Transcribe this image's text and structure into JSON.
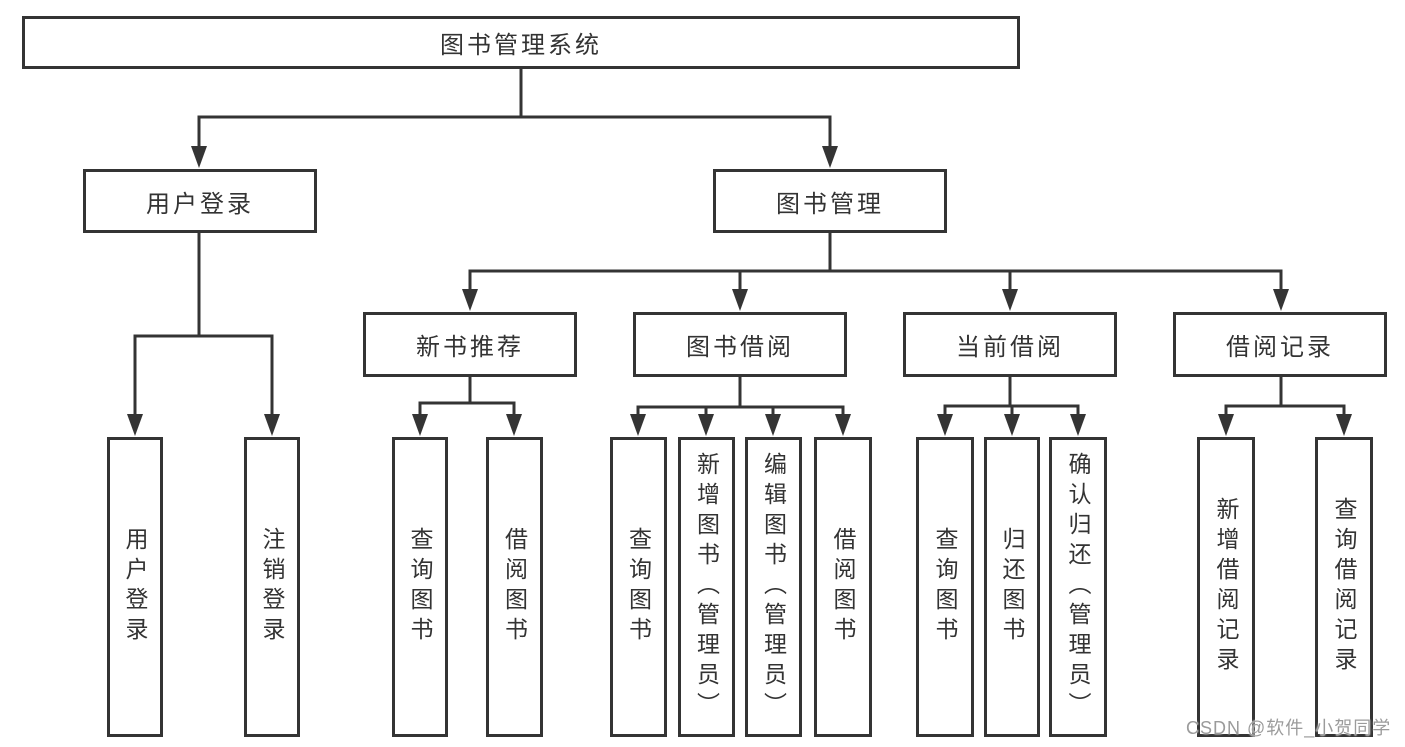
{
  "tree": {
    "label": "图书管理系统",
    "children": [
      {
        "label": "用户登录",
        "children": [
          {
            "label": "用户登录"
          },
          {
            "label": "注销登录"
          }
        ]
      },
      {
        "label": "图书管理",
        "children": [
          {
            "label": "新书推荐",
            "children": [
              {
                "label": "查询图书"
              },
              {
                "label": "借阅图书"
              }
            ]
          },
          {
            "label": "图书借阅",
            "children": [
              {
                "label": "查询图书"
              },
              {
                "label": "新增图书（管理员）"
              },
              {
                "label": "编辑图书（管理员）"
              },
              {
                "label": "借阅图书"
              }
            ]
          },
          {
            "label": "当前借阅",
            "children": [
              {
                "label": "查询图书"
              },
              {
                "label": "归还图书"
              },
              {
                "label": "确认归还（管理员）"
              }
            ]
          },
          {
            "label": "借阅记录",
            "children": [
              {
                "label": "新增借阅记录"
              },
              {
                "label": "查询借阅记录"
              }
            ]
          }
        ]
      }
    ]
  },
  "watermark": {
    "text": "CSDN @软件_小贺同学"
  },
  "colors": {
    "line": "#343434",
    "box_border": "#343434",
    "text": "#333333",
    "watermark": "#9b9b9b",
    "background": "#ffffff"
  }
}
